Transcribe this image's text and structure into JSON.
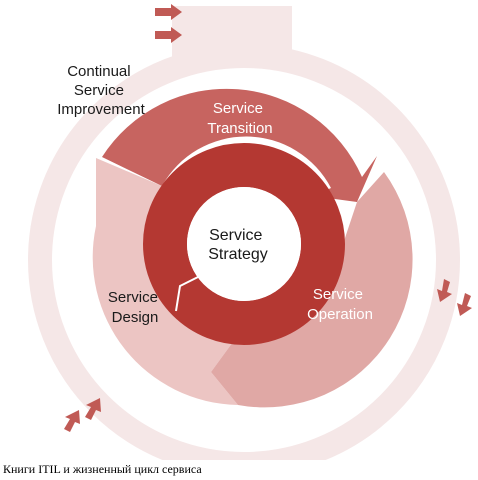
{
  "colors": {
    "outer_ring": "#f5e7e7",
    "transition": "#c76460",
    "operation": "#e0a8a5",
    "design": "#ecc5c3",
    "strategy_ring": "#b43832",
    "small_arrows": "#c05a55"
  },
  "labels": {
    "csi": [
      "Continual",
      "Service",
      "Improvement"
    ],
    "transition": [
      "Service",
      "Transition"
    ],
    "operation": [
      "Service",
      "Operation"
    ],
    "design": [
      "Service",
      "Design"
    ],
    "strategy": [
      "Service",
      "Strategy"
    ]
  },
  "caption": "Книги ITIL и жизненный цикл сервиса"
}
